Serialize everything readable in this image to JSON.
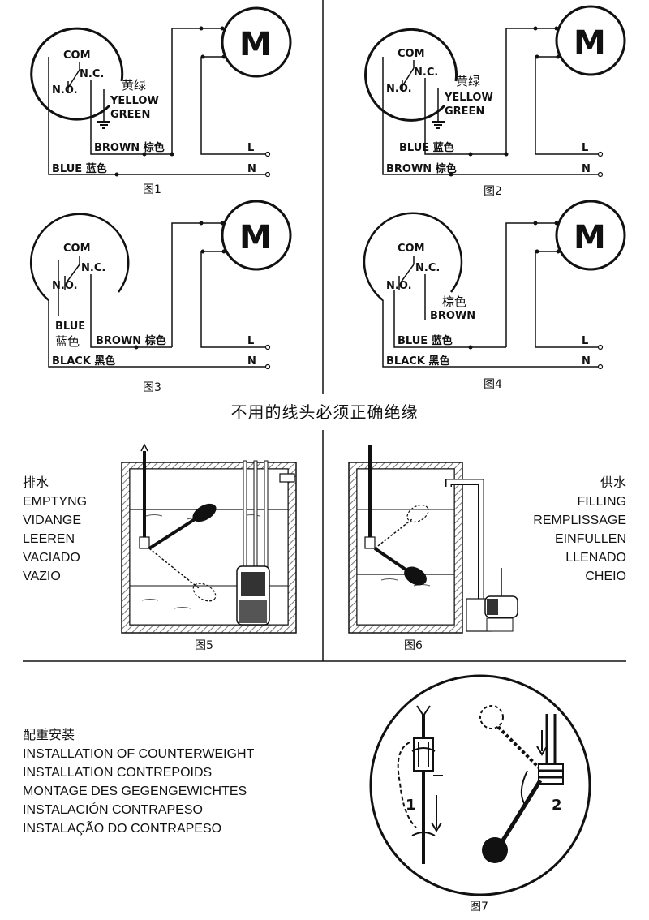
{
  "diagrams": [
    {
      "caption": "图1",
      "motor": "M",
      "com": "COM",
      "no": "N.O.",
      "nc": "N.C.",
      "ground_cn": "黄绿",
      "ground_en1": "YELLOW",
      "ground_en2": "GREEN",
      "wire_upper": "BROWN 棕色",
      "wire_lower": "BLUE 蓝色",
      "l": "L",
      "n": "N"
    },
    {
      "caption": "图2",
      "motor": "M",
      "com": "COM",
      "no": "N.O.",
      "nc": "N.C.",
      "ground_cn": "黄绿",
      "ground_en1": "YELLOW",
      "ground_en2": "GREEN",
      "wire_upper": "BLUE 蓝色",
      "wire_lower": "BROWN 棕色",
      "l": "L",
      "n": "N"
    },
    {
      "caption": "图3",
      "motor": "M",
      "com": "COM",
      "no": "N.O.",
      "nc": "N.C.",
      "blue_en": "BLUE",
      "blue_cn": "蓝色",
      "wire_upper": "BROWN 棕色",
      "wire_lower": "BLACK 黑色",
      "l": "L",
      "n": "N"
    },
    {
      "caption": "图4",
      "motor": "M",
      "com": "COM",
      "no": "N.O.",
      "nc": "N.C.",
      "brown_cn": "棕色",
      "brown_en": "BROWN",
      "wire_upper": "BLUE 蓝色",
      "wire_lower": "BLACK 黑色",
      "l": "L",
      "n": "N"
    }
  ],
  "insulation_note": "不用的线头必须正确绝缘",
  "emptying": {
    "caption": "图5",
    "labels": [
      "排水",
      "EMPTYNG",
      "VIDANGE",
      "LEEREN",
      "VACIADO",
      "VAZIO"
    ]
  },
  "filling": {
    "caption": "图6",
    "labels": [
      "供水",
      "FILLING",
      "REMPLISSAGE",
      "EINFULLEN",
      "LLENADO",
      "CHEIO"
    ]
  },
  "counterweight": {
    "caption": "图7",
    "step1": "1",
    "step2": "2",
    "labels": [
      "配重安装",
      "INSTALLATION OF COUNTERWEIGHT",
      "INSTALLATION CONTREPOIDS",
      "MONTAGE DES GEGENGEWICHTES",
      "INSTALACIÓN CONTRAPESO",
      "INSTALAÇÃO DO CONTRAPESO"
    ]
  }
}
